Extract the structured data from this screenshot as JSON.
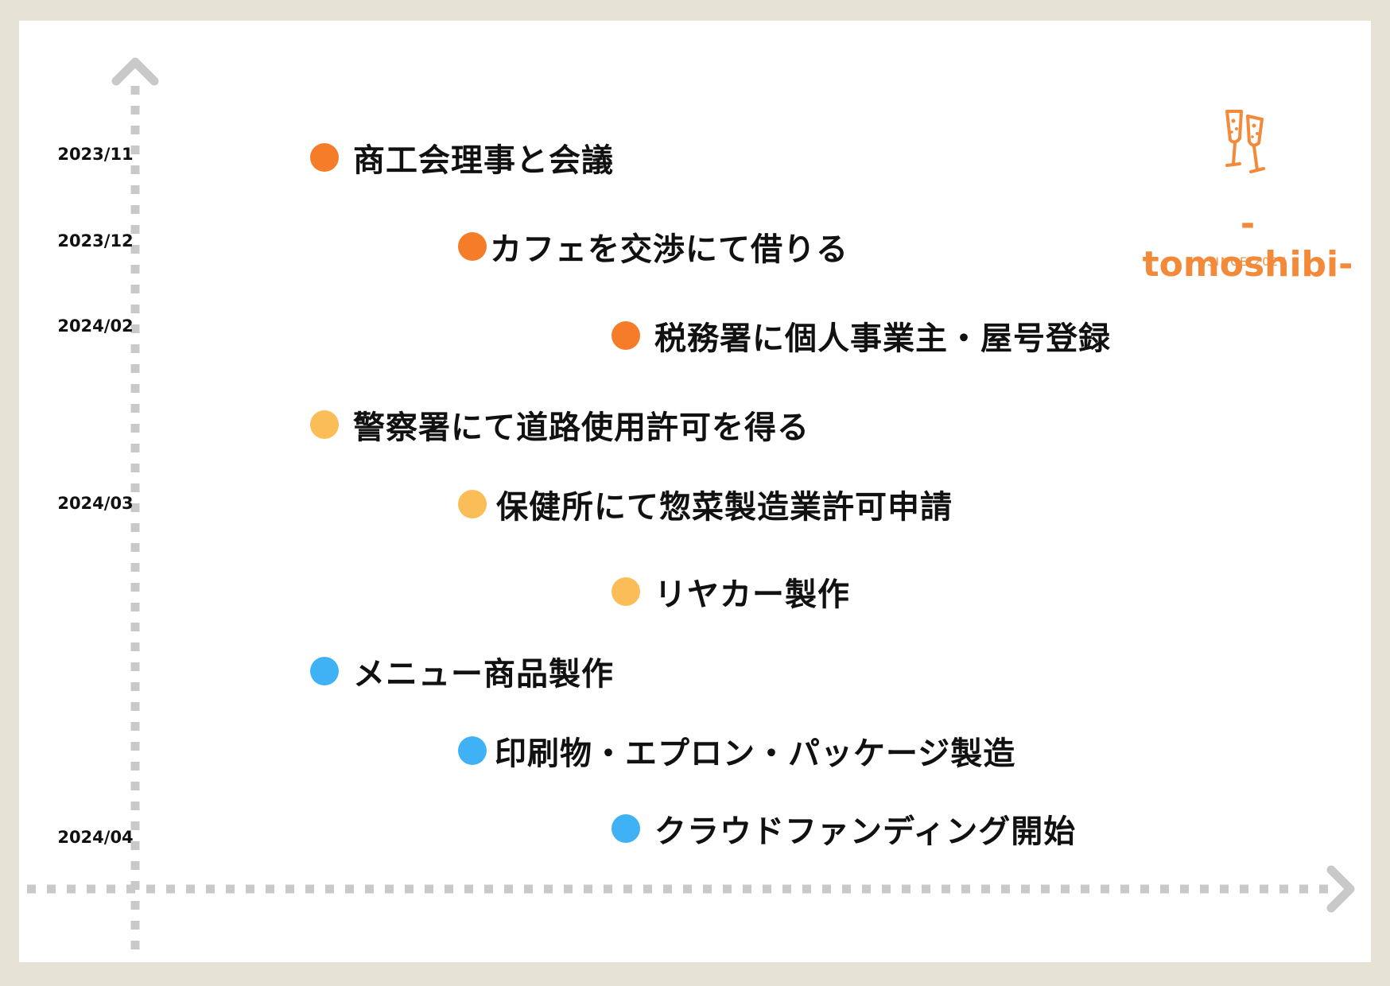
{
  "colors": {
    "orange": "#f57c28",
    "yellow": "#fbbd58",
    "blue": "#3fb2f5",
    "axis": "#c9c9c9",
    "logo": "#f28a3a"
  },
  "axes": {
    "y_icon": "arrow-up-icon",
    "x_icon": "arrow-right-icon"
  },
  "dates": [
    "2023/11",
    "2023/12",
    "2024/02",
    "2024/03",
    "2024/04"
  ],
  "events": [
    {
      "label": "商工会理事と会議",
      "color": "orange"
    },
    {
      "label": "カフェを交渉にて借りる",
      "color": "orange"
    },
    {
      "label": "税務署に個人事業主・屋号登録",
      "color": "orange"
    },
    {
      "label": "警察署にて道路使用許可を得る",
      "color": "yellow"
    },
    {
      "label": "保健所にて惣菜製造業許可申請",
      "color": "yellow"
    },
    {
      "label": "リヤカー製作",
      "color": "yellow"
    },
    {
      "label": "メニュー商品製作",
      "color": "blue"
    },
    {
      "label": "印刷物・エプロン・パッケージ製造",
      "color": "blue"
    },
    {
      "label": "クラウドファンディング開始",
      "color": "blue"
    }
  ],
  "logo": {
    "wordmark": "-tomoshibi-",
    "tagline": "SINCE 2024",
    "icon": "champagne-glasses-icon"
  }
}
